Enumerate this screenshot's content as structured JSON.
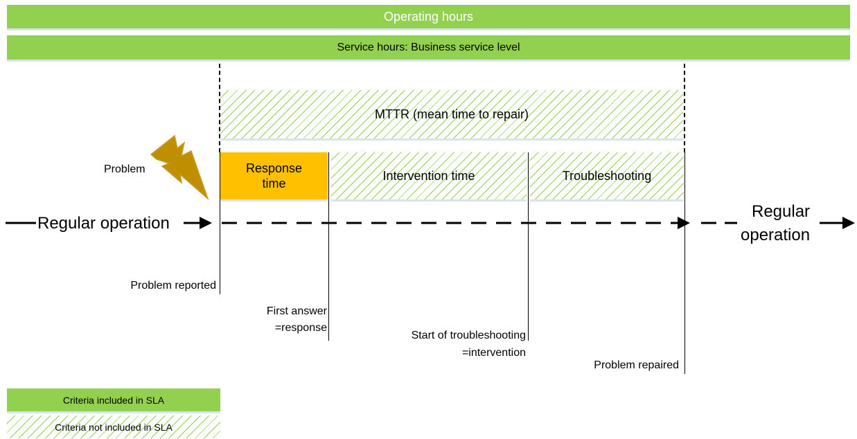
{
  "bars": {
    "operating_hours": "Operating hours",
    "service_hours": "Service hours: Business service level",
    "mttr": "MTTR (mean time to repair)",
    "response_time": "Response time",
    "intervention_time": "Intervention time",
    "troubleshooting": "Troubleshooting"
  },
  "labels": {
    "problem": "Problem",
    "regular_operation_left": "Regular operation",
    "regular_operation_right_line1": "Regular",
    "regular_operation_right_line2": "operation",
    "problem_reported": "Problem reported",
    "first_answer_line1": "First answer",
    "first_answer_line2": "=response",
    "start_troubleshooting_line1": "Start of troubleshooting",
    "start_troubleshooting_line2": "=intervention",
    "problem_repaired": "Problem repaired"
  },
  "legend": {
    "included": "Criteria included in SLA",
    "not_included": "Criteria not included in SLA"
  },
  "colors": {
    "included_green": "#92d050",
    "response_orange": "#ffc000",
    "problem_bolt": "#bf8f00"
  },
  "icons": {
    "problem": "lightning-bolt-icon"
  }
}
